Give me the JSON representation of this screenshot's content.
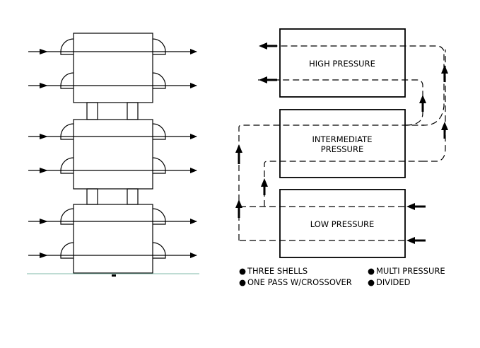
{
  "left_diagram": {
    "shell_count": 3,
    "tube_passes_per_shell": 2,
    "flow_direction": "left-to-right"
  },
  "right_diagram": {
    "boxes": [
      {
        "id": "high",
        "label": "HIGH PRESSURE"
      },
      {
        "id": "intermediate",
        "label_line1": "INTERMEDIATE",
        "label_line2": "PRESSURE"
      },
      {
        "id": "low",
        "label": "LOW PRESSURE"
      }
    ]
  },
  "legend": {
    "items": [
      "THREE SHELLS",
      "MULTI PRESSURE",
      "ONE PASS W/CROSSOVER",
      "DIVIDED"
    ],
    "bullet": "●"
  }
}
